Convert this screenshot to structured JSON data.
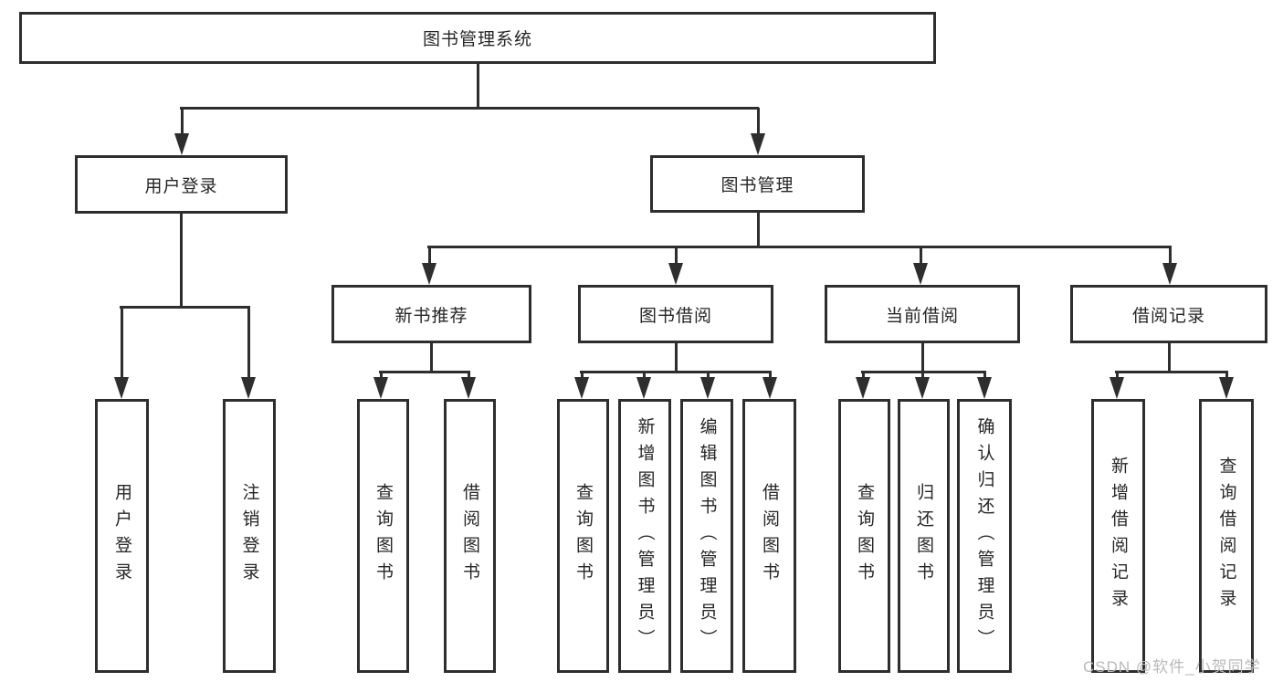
{
  "diagram": {
    "title_node": "图书管理系统",
    "root": "图书管理系统",
    "branches": [
      {
        "label": "用户登录",
        "children": [
          "用户登录",
          "注销登录"
        ]
      },
      {
        "label": "图书管理",
        "groups": [
          {
            "label": "新书推荐",
            "children": [
              "查询图书",
              "借阅图书"
            ]
          },
          {
            "label": "图书借阅",
            "children": [
              "查询图书",
              "新增图书（管理员）",
              "编辑图书（管理员）",
              "借阅图书"
            ]
          },
          {
            "label": "当前借阅",
            "children": [
              "查询图书",
              "归还图书",
              "确认归还（管理员）"
            ]
          },
          {
            "label": "借阅记录",
            "children": [
              "新增借阅记录",
              "查询借阅记录"
            ]
          }
        ]
      }
    ],
    "watermark": "CSDN @软件_小贺同学",
    "colors": {
      "line": "#2e2e2e",
      "text": "#262626",
      "watermark": "#b9b9b9",
      "background": "#ffffff"
    }
  }
}
